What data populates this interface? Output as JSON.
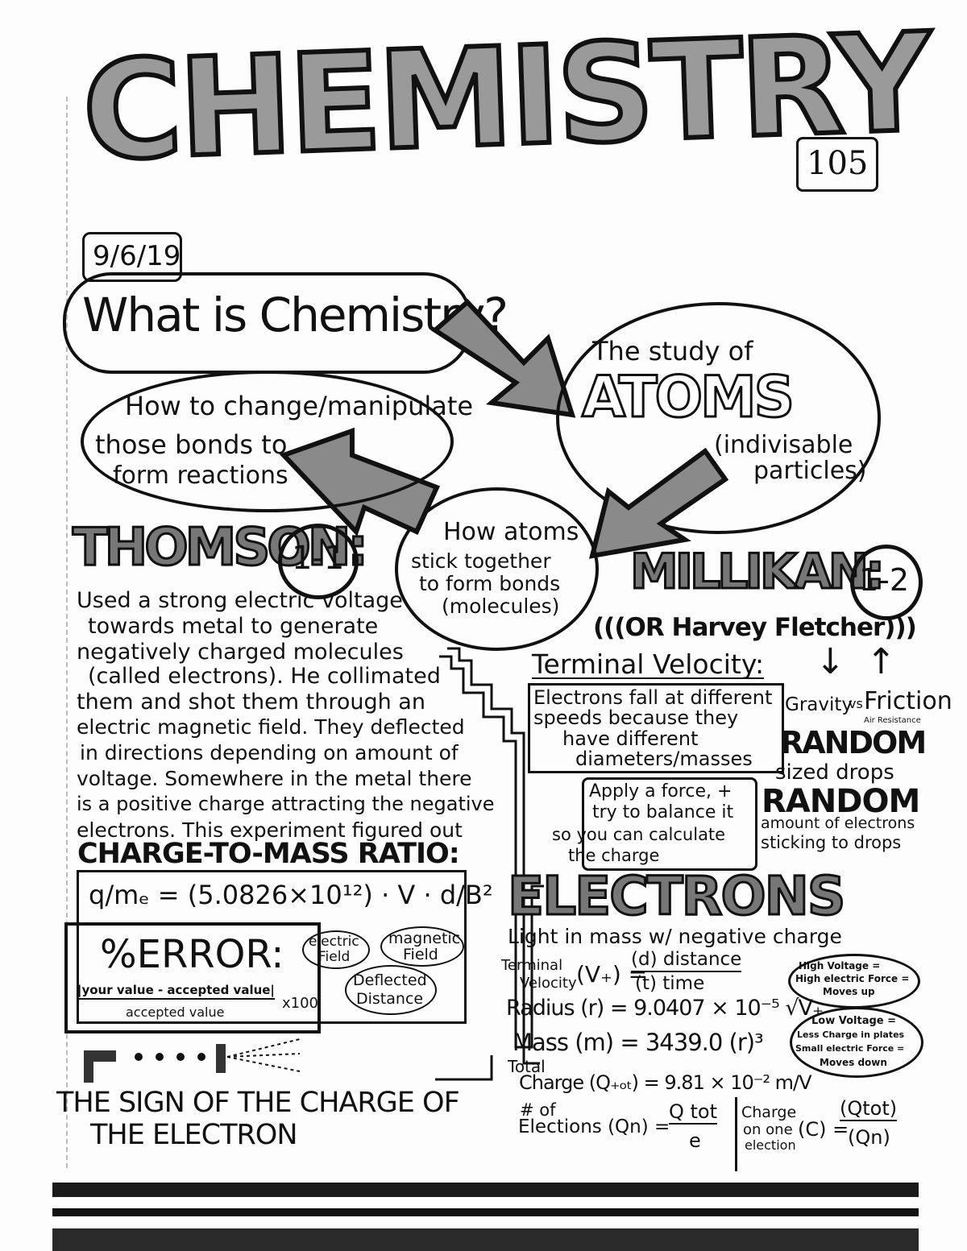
{
  "header": {
    "title": "CHEMISTRY",
    "course_number": "105",
    "date": "9/6/19"
  },
  "intro": {
    "question": "What is Chemistry?",
    "study_line": "The study of",
    "atoms": "ATOMS",
    "indivisable_1": "(indivisable",
    "indivisable_2": "particles)",
    "bonds_1": "How atoms",
    "bonds_2": "stick together",
    "bonds_3": "to form bonds",
    "bonds_4": "(molecules)",
    "reactions_1": "How to change/manipulate",
    "reactions_2": "those bonds to",
    "reactions_3": "form reactions"
  },
  "thomson": {
    "name": "THOMSON:",
    "badge": "1-1",
    "lines": [
      "Used a strong electric voltage",
      "towards metal to generate",
      "negatively charged molecules",
      "(called electrons). He collimated",
      "them and shot them through an",
      "electric magnetic field. They deflected",
      "in directions depending on amount of",
      "voltage. Somewhere in the metal there",
      "is a positive charge attracting the negative",
      "electrons. This experiment figured out"
    ],
    "ratio_heading": "CHARGE-TO-MASS RATIO:",
    "formula": "q/mₑ = (5.0826×10¹²) · V · d/B²",
    "label_electric": "electric",
    "label_electric_2": "Field",
    "label_magnetic": "magnetic",
    "label_magnetic_2": "Field",
    "label_deflected": "Deflected",
    "label_deflected_2": "Distance",
    "error_heading": "%ERROR:",
    "error_numerator": "|your value - accepted value|",
    "error_denominator": "accepted value",
    "error_multiplier": "x100",
    "sign_1": "THE SIGN OF THE CHARGE OF",
    "sign_2": "THE ELECTRON"
  },
  "millikan": {
    "name": "MILLIKAN:",
    "badge": "1-2",
    "alt_name": "(((OR Harvey Fletcher)))",
    "terminal_heading": "Terminal Velocity:",
    "fall_1": "Electrons fall at different",
    "fall_2": "speeds because they",
    "fall_3": "have different",
    "fall_4": "diameters/masses",
    "gravity": "Gravity",
    "vs": "vs",
    "friction": "Friction",
    "air_resistance": "Air Resistance",
    "random_1": "RANDOM",
    "random_1_sub": "sized drops",
    "random_2": "RANDOM",
    "random_2_sub_1": "amount of electrons",
    "random_2_sub_2": "sticking to drops",
    "force_1": "Apply a force, +",
    "force_2": "try to balance it",
    "force_3": "so you can calculate",
    "force_4": "the charge"
  },
  "electrons": {
    "heading": "ELECTRONS",
    "subtitle": "Light in mass w/ negative charge",
    "tv_label_1": "Terminal",
    "tv_label_2": "Velocity",
    "tv_symbol": "(V₊) =",
    "tv_num": "(d) distance",
    "tv_den": "(t) time",
    "radius": "Radius (r) = 9.0407 × 10⁻⁵ √V₊",
    "mass": "Mass (m) = 3439.0 (r)³",
    "total_1": "Total",
    "total_2": "Charge (Q₊ₒₜ) = 9.81 × 10⁻² m/V",
    "num_1": "# of",
    "num_2": "Elections (Qn) =",
    "num_frac_top": "Q tot",
    "num_frac_bottom": "e",
    "charge_1": "Charge",
    "charge_2": "on one",
    "charge_3": "election",
    "charge_symbol": "(C) =",
    "charge_frac_top": "(Qtot)",
    "charge_frac_bottom": "(Qn)",
    "high_1": "High Voltage =",
    "high_2": "High electric Force =",
    "high_3": "Moves up",
    "low_1": "Low Voltage =",
    "low_2": "Less Charge in plates",
    "low_3": "Small electric Force =",
    "low_4": "Moves down"
  },
  "colors": {
    "ink": "#111111",
    "shading": "#8a8a8a",
    "paper": "#fdfdfd"
  }
}
